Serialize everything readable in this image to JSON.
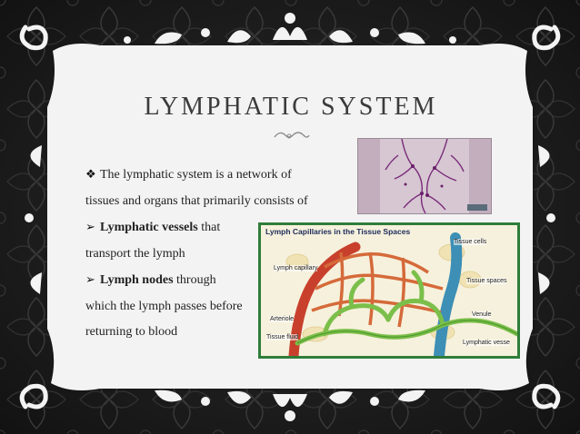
{
  "slide": {
    "title": "LYMPHATIC SYSTEM",
    "bullets": [
      {
        "marker": "❖",
        "lines": [
          "The lymphatic system is a network of",
          "tissues and organs that primarily consists of"
        ]
      },
      {
        "marker": "➢",
        "bold": "Lymphatic vessels",
        "rest": " that",
        "lines": [
          "transport the lymph"
        ]
      },
      {
        "marker": "➢",
        "bold": "Lymph nodes",
        "rest": " through",
        "lines": [
          "which the lymph passes before",
          "returning to blood"
        ]
      }
    ]
  },
  "diagram": {
    "title": "Lymph Capillaries in the Tissue Spaces",
    "labels": {
      "tissue_cells": "Tissue cells",
      "lymph_capillary": "Lymph capillary",
      "tissue_spaces": "Tissue spaces",
      "arteriole": "Arteriole",
      "venule": "Venule",
      "tissue_fluid": "Tissue fluid",
      "lymphatic_vessel": "Lymphatic vesse"
    }
  },
  "colors": {
    "background": "#1f1f1f",
    "frame": "#f2f2f2",
    "title_text": "#3b3b3b",
    "body_text": "#222222",
    "diagram_border": "#2f7d3a",
    "lymph_green": "#7bbf4a",
    "artery_red": "#c8402c",
    "vein_blue": "#3d8fb5"
  },
  "icons": [
    "diamond-bullet-icon",
    "arrowhead-bullet-icon",
    "flourish-ornament",
    "damask-background",
    "ornate-frame"
  ]
}
